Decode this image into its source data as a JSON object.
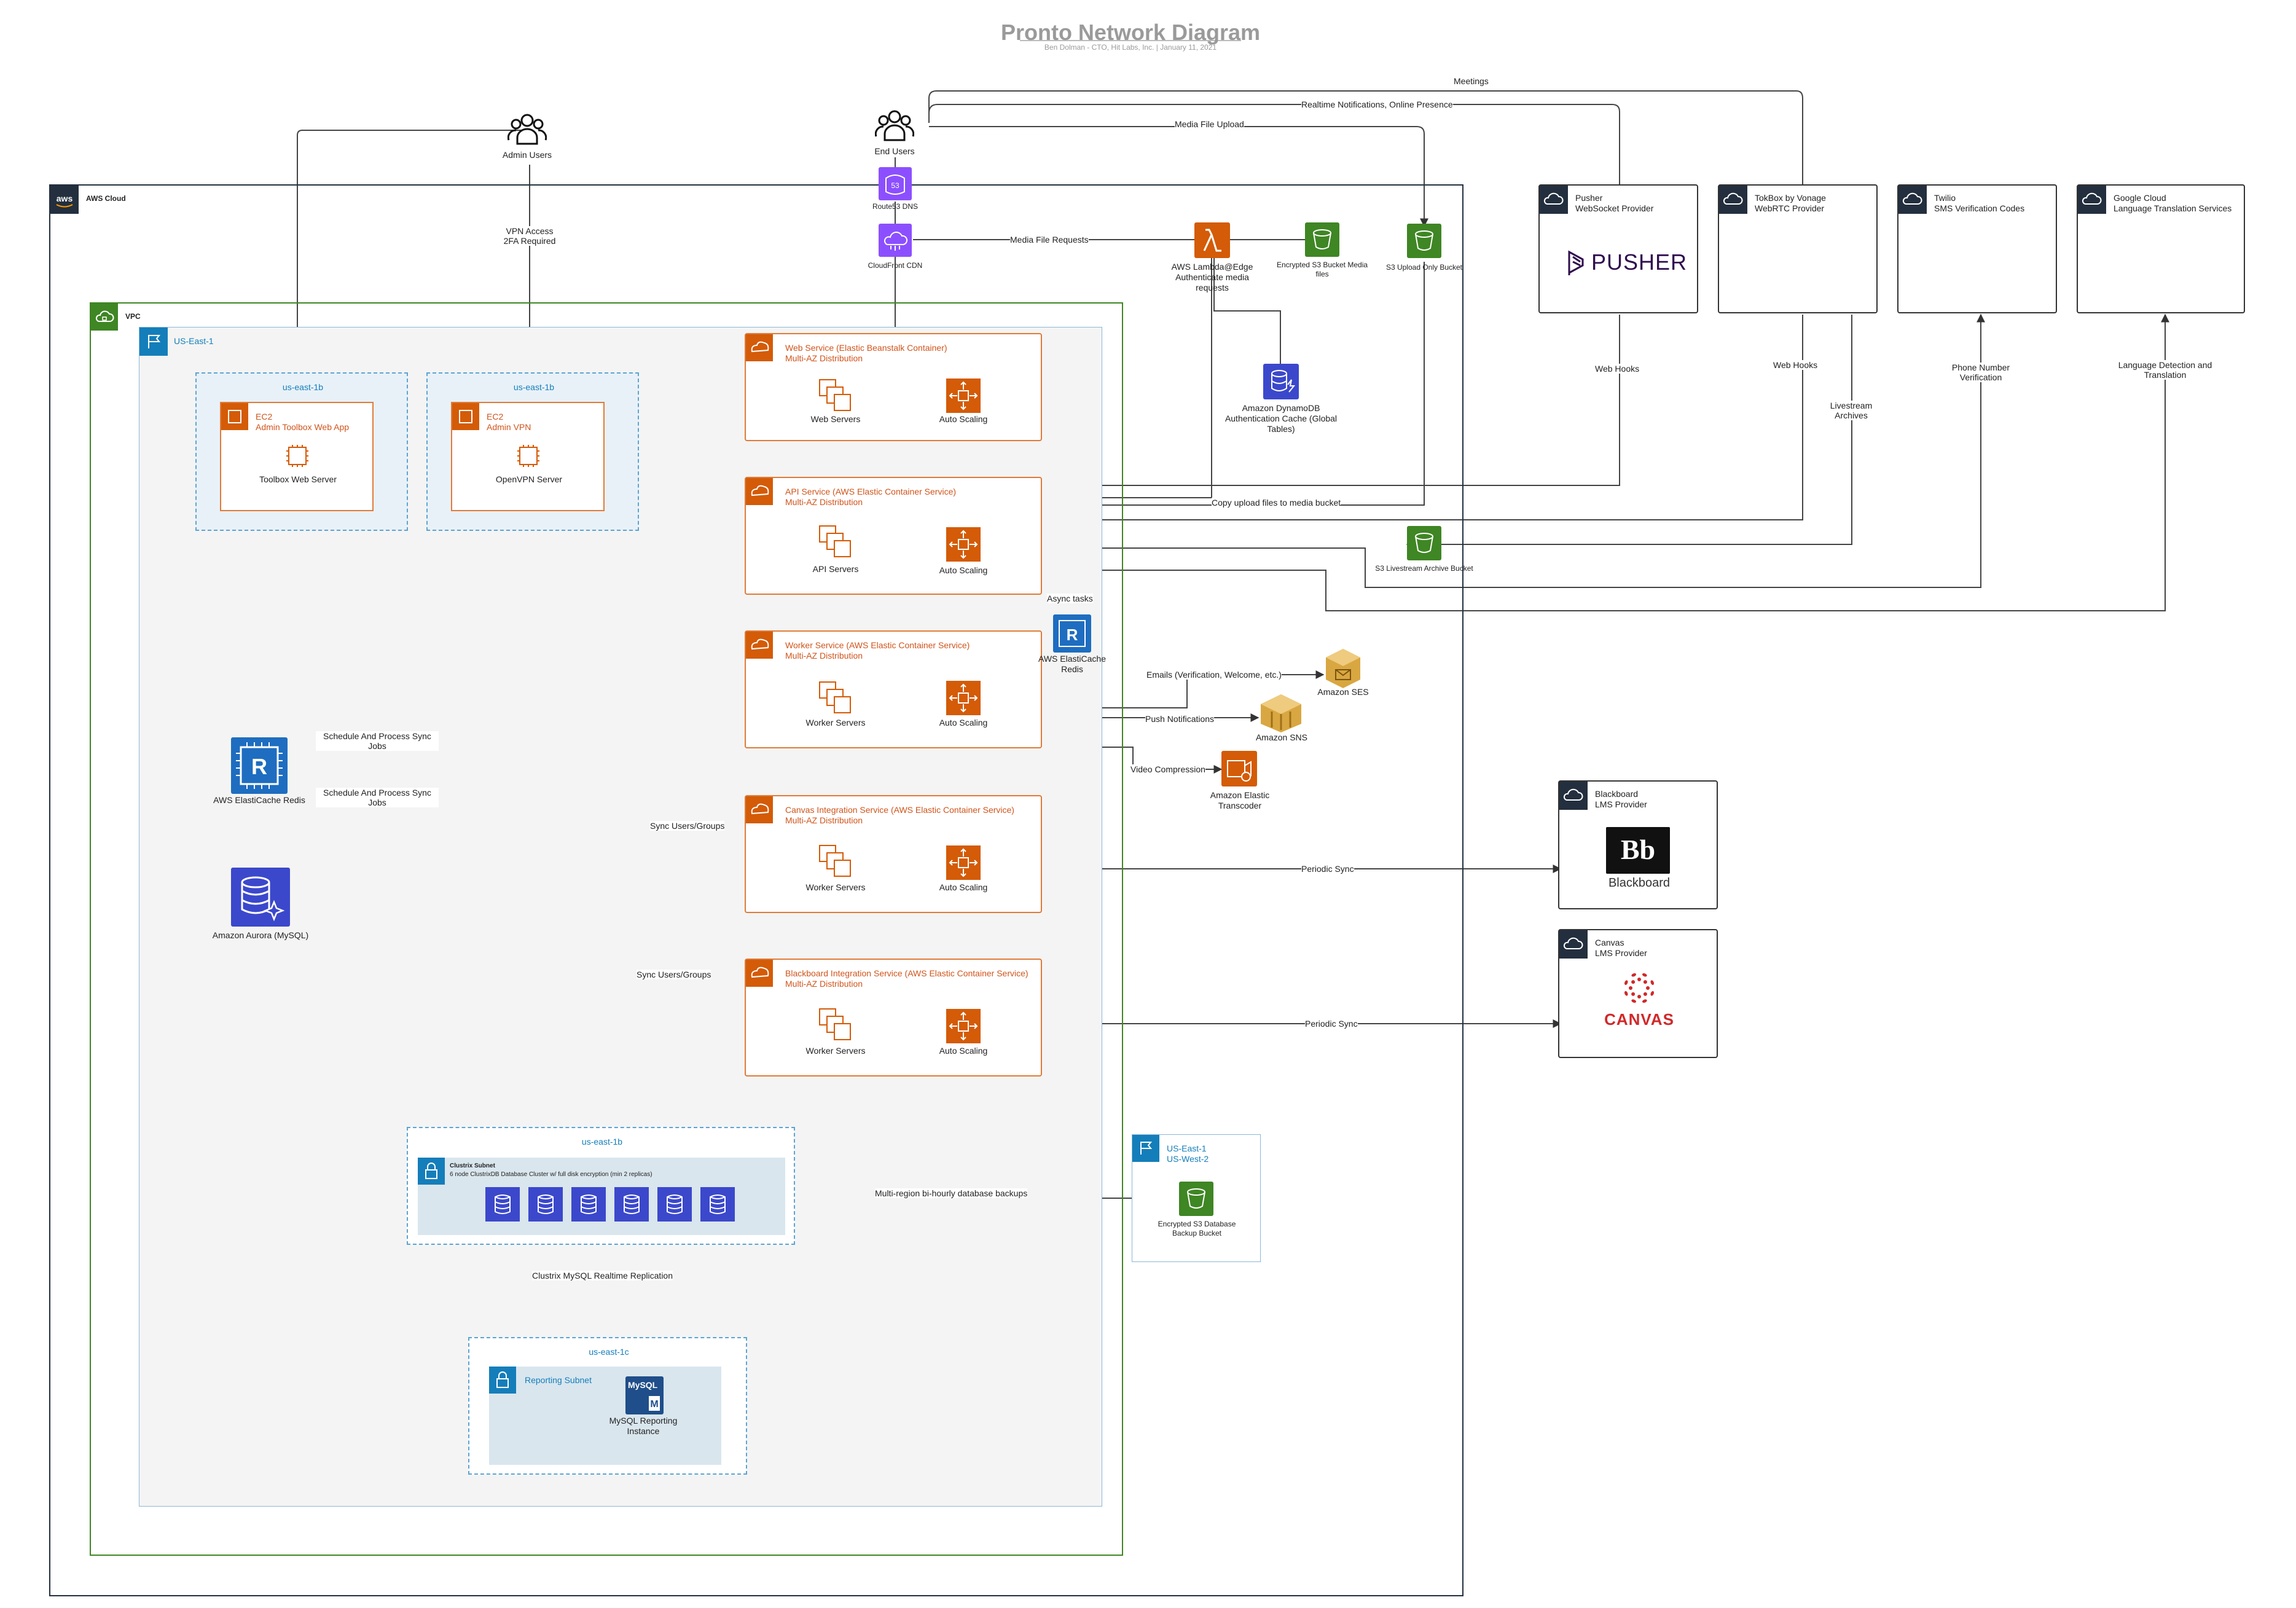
{
  "header": {
    "title": "Pronto Network Diagram",
    "subtitle": "Ben Dolman - CTO, Hit Labs, Inc. | January 11, 2021"
  },
  "actors": {
    "admin_users": "Admin Users",
    "end_users": "End Users"
  },
  "regions": {
    "aws_cloud": "AWS Cloud",
    "vpc": "VPC",
    "us_east_1": "US-East-1",
    "az_admin_toolbox": "us-east-1b",
    "az_admin_vpn": "us-east-1b",
    "az_clustrix": "us-east-1b",
    "az_reporting": "us-east-1c",
    "backup_region_line1": "US-East-1",
    "backup_region_line2": "US-West-2",
    "clustrix_subnet_title": "Clustrix Subnet",
    "clustrix_subnet_desc": "6 node ClustrixDB Database Cluster w/ full disk encryption (min 2 replicas)",
    "reporting_subnet": "Reporting Subnet"
  },
  "ec2": {
    "toolbox": {
      "line1": "EC2",
      "line2": "Admin Toolbox Web App",
      "server": "Toolbox Web Server"
    },
    "vpn": {
      "line1": "EC2",
      "line2": "Admin VPN",
      "server": "OpenVPN Server"
    }
  },
  "edge": {
    "route53": "Route53 DNS",
    "cloudfront": "CloudFront CDN",
    "lambda": "AWS Lambda@Edge Authenticate media requests",
    "s3_encrypted_media": "Encrypted S3 Bucket Media files",
    "s3_upload_only": "S3 Upload Only Bucket",
    "dynamodb": "Amazon DynamoDB Authentication Cache (Global Tables)",
    "s3_livestream": "S3 Livestream Archive Bucket",
    "s3_backup": "Encrypted S3 Database Backup Bucket"
  },
  "services": [
    {
      "title": "Web Service (Elastic Beanstalk Container)",
      "subtitle": "Multi-AZ Distribution",
      "servers": "Web Servers",
      "scaling": "Auto Scaling"
    },
    {
      "title": "API Service (AWS Elastic Container Service)",
      "subtitle": "Multi-AZ Distribution",
      "servers": "API Servers",
      "scaling": "Auto Scaling"
    },
    {
      "title": "Worker Service (AWS Elastic Container Service)",
      "subtitle": "Multi-AZ Distribution",
      "servers": "Worker Servers",
      "scaling": "Auto Scaling"
    },
    {
      "title": "Canvas Integration Service (AWS Elastic Container Service)",
      "subtitle": "Multi-AZ Distribution",
      "servers": "Worker Servers",
      "scaling": "Auto Scaling"
    },
    {
      "title": "Blackboard Integration Service (AWS Elastic Container Service)",
      "subtitle": "Multi-AZ Distribution",
      "servers": "Worker Servers",
      "scaling": "Auto Scaling"
    }
  ],
  "data_stores": {
    "redis_main": "AWS ElastiCache Redis",
    "redis_async": "AWS ElastiCache Redis",
    "aurora": "Amazon Aurora (MySQL)",
    "mysql_reporting": "MySQL Reporting Instance",
    "mysql_badge": "MySQL"
  },
  "messaging": {
    "ses": "Amazon SES",
    "sns": "Amazon SNS",
    "transcoder": "Amazon Elastic Transcoder"
  },
  "providers": [
    {
      "name": "Pusher",
      "desc": "WebSocket Provider",
      "logo": "PUSHER"
    },
    {
      "name": "TokBox by Vonage",
      "desc": "WebRTC Provider",
      "logo": ""
    },
    {
      "name": "Twilio",
      "desc": "SMS Verification Codes",
      "logo": ""
    },
    {
      "name": "Google Cloud",
      "desc": "Language Translation Services",
      "logo": ""
    },
    {
      "name": "Blackboard",
      "desc": "LMS Provider",
      "logo": "Blackboard",
      "logo_mark": "Bb"
    },
    {
      "name": "Canvas",
      "desc": "LMS Provider",
      "logo": "CANVAS"
    }
  ],
  "edge_labels": {
    "meetings": "Meetings",
    "realtime": "Realtime Notifications, Online Presence",
    "media_upload": "Media File Upload",
    "media_requests": "Media File Requests",
    "vpn_access": "VPN Access 2FA Required",
    "web_hooks_pusher": "Web Hooks",
    "web_hooks_tokbox": "Web Hooks",
    "livestream_archives": "Livestream Archives",
    "phone_verification": "Phone Number Verification",
    "language_detection": "Language Detection and Translation",
    "copy_upload": "Copy upload files to media bucket",
    "async_tasks": "Async tasks",
    "emails": "Emails (Verification, Welcome, etc.)",
    "push_notifications": "Push Notifications",
    "video_compression": "Video Compression",
    "schedule_sync_1": "Schedule And Process Sync Jobs",
    "schedule_sync_2": "Schedule And Process Sync Jobs",
    "sync_users_1": "Sync Users/Groups",
    "sync_users_2": "Sync Users/Groups",
    "periodic_sync_1": "Periodic Sync",
    "periodic_sync_2": "Periodic Sync",
    "backups": "Multi-region bi-hourly database backups",
    "replication": "Clustrix MySQL Realtime Replication"
  },
  "colors": {
    "aws_cloud_border": "#232f3e",
    "vpc_border": "#3f8624",
    "region_border": "#147eba",
    "compute": "#d45b07",
    "storage": "#3f8624",
    "database": "#3b48cc",
    "networking": "#8c4fff",
    "redis": "#1e6dc0",
    "ses_sns": "#d9a741"
  }
}
